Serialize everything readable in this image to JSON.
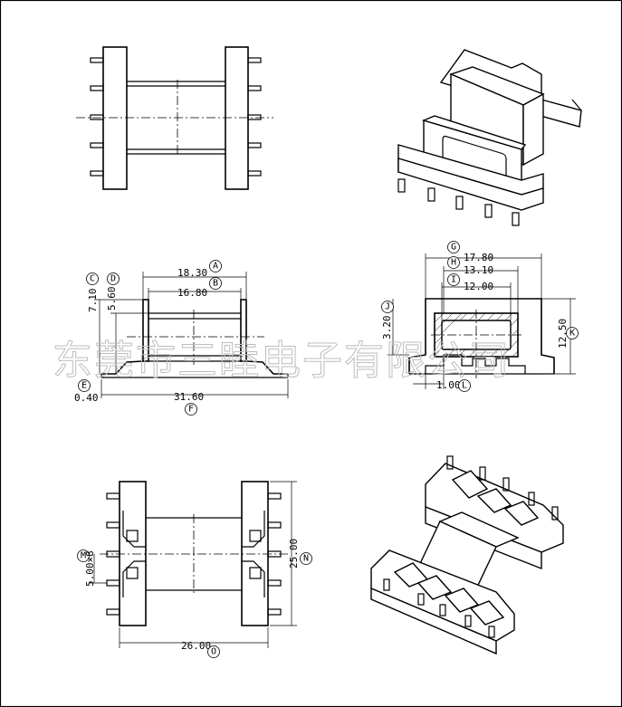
{
  "watermark": "东莞市三睦电子有限公司",
  "side_view": {
    "dims": [
      {
        "id": "A",
        "value": "18.30"
      },
      {
        "id": "B",
        "value": "16.80"
      },
      {
        "id": "C",
        "value": "7.10"
      },
      {
        "id": "D",
        "value": "5.60"
      },
      {
        "id": "E",
        "value": "0.40"
      },
      {
        "id": "F",
        "value": "31.60"
      }
    ]
  },
  "end_view": {
    "dims": [
      {
        "id": "G",
        "value": "17.80"
      },
      {
        "id": "H",
        "value": "13.10"
      },
      {
        "id": "I",
        "value": "12.00"
      },
      {
        "id": "J",
        "value": "3.20"
      },
      {
        "id": "K",
        "value": "12.50"
      },
      {
        "id": "L",
        "value": "1.00"
      }
    ]
  },
  "bottom_view": {
    "dims": [
      {
        "id": "M",
        "value": "5.00×8"
      },
      {
        "id": "N",
        "value": "25.00"
      },
      {
        "id": "O",
        "value": "26.00"
      }
    ]
  }
}
